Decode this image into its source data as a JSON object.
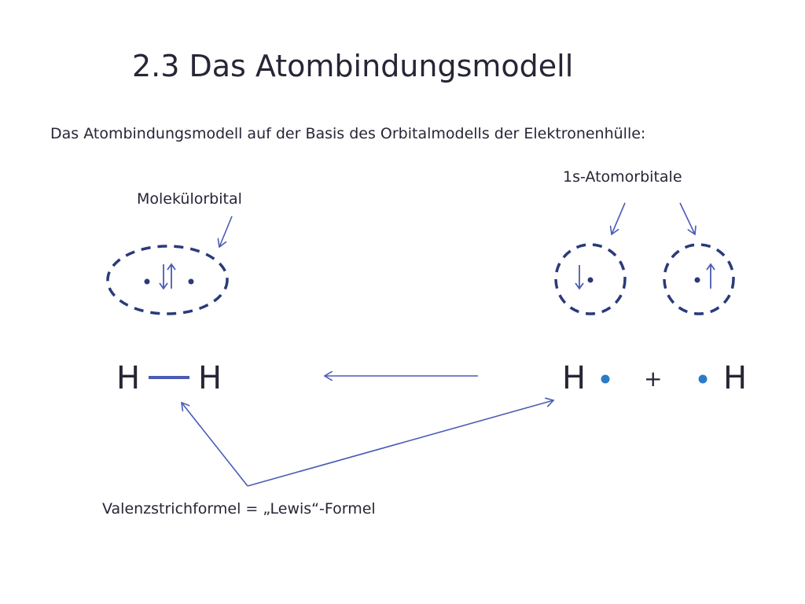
{
  "title": "2.3 Das Atombindungsmodell",
  "intro": "Das Atombindungsmodell auf der Basis des Orbitalmodells der Elektronenhülle:",
  "labels": {
    "molecular_orbital": "Molekülorbital",
    "atomic_orbitals": "1s-Atomorbitale",
    "lewis_formula": "Valenzstrichformel = „Lewis“-Formel"
  },
  "molecule": {
    "atom_left": "H",
    "atom_right": "H"
  },
  "atoms": {
    "atom_left": "H",
    "plus": "+",
    "atom_right": "H"
  },
  "colors": {
    "text": "#262636",
    "orbital": "#2b3a7a",
    "arrow": "#4a5bb5",
    "electron_dot": "#2b7bc9",
    "bond": "#4a5bb5"
  }
}
